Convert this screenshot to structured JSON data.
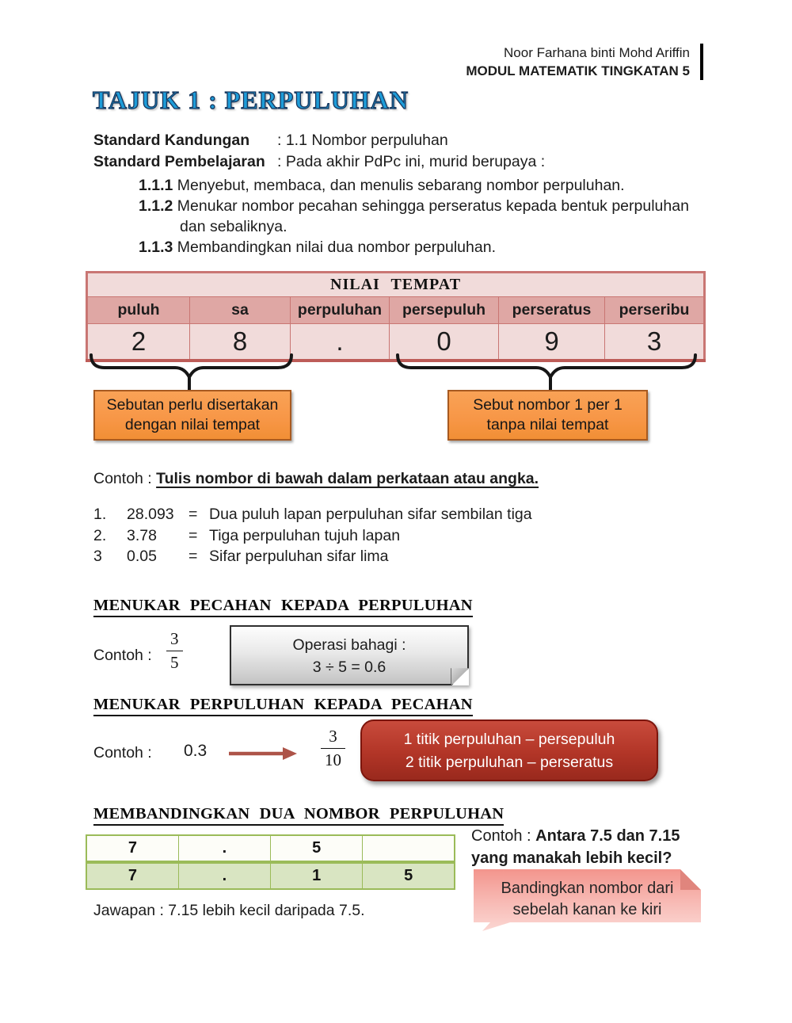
{
  "header": {
    "author": "Noor Farhana binti Mohd Ariffin",
    "module": "MODUL MATEMATIK TINGKATAN 5"
  },
  "title": "TAJUK 1 : PERPULUHAN",
  "standards": {
    "kandungan_label": "Standard Kandungan",
    "kandungan_value": ": 1.1 Nombor perpuluhan",
    "pembelajaran_label": "Standard Pembelajaran",
    "pembelajaran_value": ": Pada akhir PdPc ini, murid berupaya :",
    "objectives": [
      {
        "num": "1.1.1",
        "text": "Menyebut, membaca, dan menulis sebarang nombor perpuluhan."
      },
      {
        "num": "1.1.2",
        "text": "Menukar nombor pecahan sehingga perseratus kepada bentuk perpuluhan dan sebaliknya."
      },
      {
        "num": "1.1.3",
        "text": "Membandingkan nilai dua nombor perpuluhan."
      }
    ]
  },
  "place_value_table": {
    "title": "NILAI TEMPAT",
    "columns": [
      "puluh",
      "sa",
      "perpuluhan",
      "persepuluh",
      "perseratus",
      "perseribu"
    ],
    "values": [
      "2",
      "8",
      ".",
      "0",
      "9",
      "3"
    ]
  },
  "annotations": {
    "left_note": "Sebutan perlu disertakan dengan nilai tempat",
    "right_note": "Sebut nombor 1 per 1 tanpa nilai tempat"
  },
  "write_examples": {
    "prefix": "Contoh : ",
    "heading": "Tulis nombor di bawah dalam perkataan atau angka.",
    "items": [
      {
        "num": "1.",
        "value": "28.093",
        "eq": "=",
        "words": "Dua puluh lapan perpuluhan sifar sembilan tiga"
      },
      {
        "num": "2.",
        "value": "3.78",
        "eq": "=",
        "words": "Tiga perpuluhan tujuh lapan"
      },
      {
        "num": "3",
        "value": "0.05",
        "eq": "=",
        "words": "Sifar perpuluhan sifar lima"
      }
    ]
  },
  "fraction_to_decimal": {
    "heading": "MENUKAR PECAHAN KEPADA PERPULUHAN",
    "contoh_label": "Contoh :",
    "fraction": {
      "numerator": "3",
      "denominator": "5"
    },
    "note_line1": "Operasi bahagi :",
    "note_line2": "3 ÷ 5 = 0.6"
  },
  "decimal_to_fraction": {
    "heading": "MENUKAR PERPULUHAN KEPADA PECAHAN",
    "contoh_label": "Contoh :",
    "decimal": "0.3",
    "fraction": {
      "numerator": "3",
      "denominator": "10"
    },
    "note_line1": "1 titik perpuluhan – persepuluh",
    "note_line2": "2 titik perpuluhan – perseratus"
  },
  "compare": {
    "heading": "MEMBANDINGKAN DUA NOMBOR PERPULUHAN",
    "row1": [
      "7",
      ".",
      "5",
      ""
    ],
    "row2": [
      "7",
      ".",
      "1",
      "5"
    ],
    "contoh_prefix": "Contoh : ",
    "contoh_line1_bold": "Antara 7.5 dan 7.15",
    "contoh_line2_bold": "yang manakah lebih kecil?",
    "note": "Bandingkan nombor dari sebelah kanan ke kiri",
    "jawapan": "Jawapan : 7.15 lebih kecil daripada 7.5."
  },
  "colors": {
    "title_blue": "#1e9cd8",
    "table_border": "#c97673",
    "table_fill": "#f1dbda",
    "table_header_fill": "#dfa7a4",
    "orange": "#f79646",
    "orange_border": "#a85a20",
    "red": "#b23527",
    "green_border": "#9bbb59",
    "green_fill": "#d9e5c2"
  }
}
